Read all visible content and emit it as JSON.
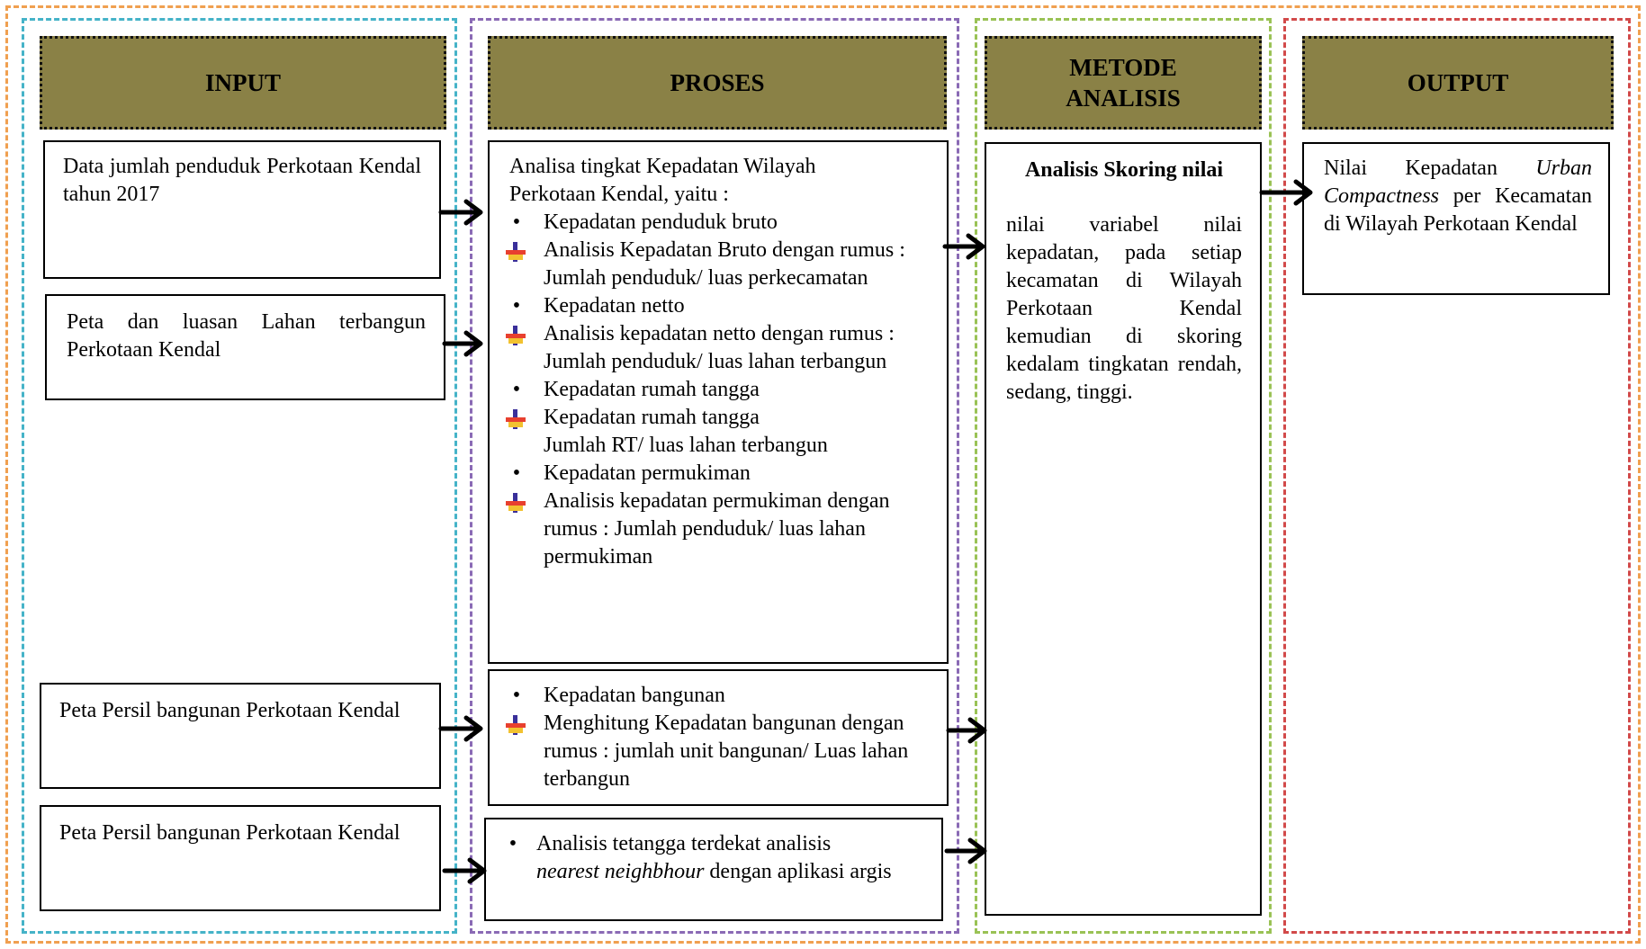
{
  "headers": {
    "input": "INPUT",
    "proses": "PROSES",
    "metode": "METODE ANALISIS",
    "output": "OUTPUT"
  },
  "input": {
    "box1": "Data jumlah penduduk Perkotaan Kendal tahun 2017",
    "box2": "Peta dan luasan Lahan terbangun Perkotaan Kendal",
    "box3": "Peta Persil bangunan Perkotaan Kendal",
    "box4": "Peta Persil bangunan Perkotaan Kendal"
  },
  "proses": {
    "main_intro": "Analisa tingkat Kepadatan Wilayah Perkotaan Kendal, yaitu :",
    "main_items": [
      {
        "type": "bullet",
        "text": "Kepadatan penduduk bruto"
      },
      {
        "type": "plus",
        "text": "Analisis Kepadatan Bruto dengan rumus : Jumlah penduduk/ luas perkecamatan"
      },
      {
        "type": "bullet",
        "text": "Kepadatan netto"
      },
      {
        "type": "plus",
        "text": "Analisis kepadatan netto dengan rumus : Jumlah penduduk/ luas lahan terbangun"
      },
      {
        "type": "bullet",
        "text": "Kepadatan rumah tangga"
      },
      {
        "type": "plus",
        "text": "Kepadatan rumah tangga"
      },
      {
        "type": "none",
        "text": "Jumlah RT/ luas lahan terbangun"
      },
      {
        "type": "bullet",
        "text": "Kepadatan permukiman"
      },
      {
        "type": "plus",
        "text": "Analisis kepadatan permukiman dengan rumus : Jumlah penduduk/ luas lahan permukiman"
      }
    ],
    "box2_items": [
      {
        "type": "bullet",
        "text": "Kepadatan bangunan"
      },
      {
        "type": "plus",
        "text": "Menghitung Kepadatan bangunan dengan rumus : jumlah unit bangunan/ Luas lahan terbangun"
      }
    ],
    "box3_bullet": "Analisis tetangga terdekat analisis",
    "box3_italic": "nearest neighbhour",
    "box3_rest": " dengan aplikasi argis"
  },
  "metode": {
    "title": "Analisis Skoring nilai",
    "body": "nilai variabel nilai kepadatan, pada setiap kecamatan di Wilayah Perkotaan Kendal kemudian di skoring kedalam tingkatan rendah, sedang, tinggi."
  },
  "output": {
    "prefix": "Nilai Kepadatan ",
    "italic": "Urban Compactness",
    "suffix": " per Kecamatan di Wilayah Perkotaan Kendal"
  },
  "colors": {
    "outer_frame": "#f0a050",
    "input_frame": "#45b3c8",
    "proses_frame": "#8a6ab5",
    "metode_frame": "#9ac255",
    "output_frame": "#d24a4a",
    "header_fill": "#8a8146"
  }
}
